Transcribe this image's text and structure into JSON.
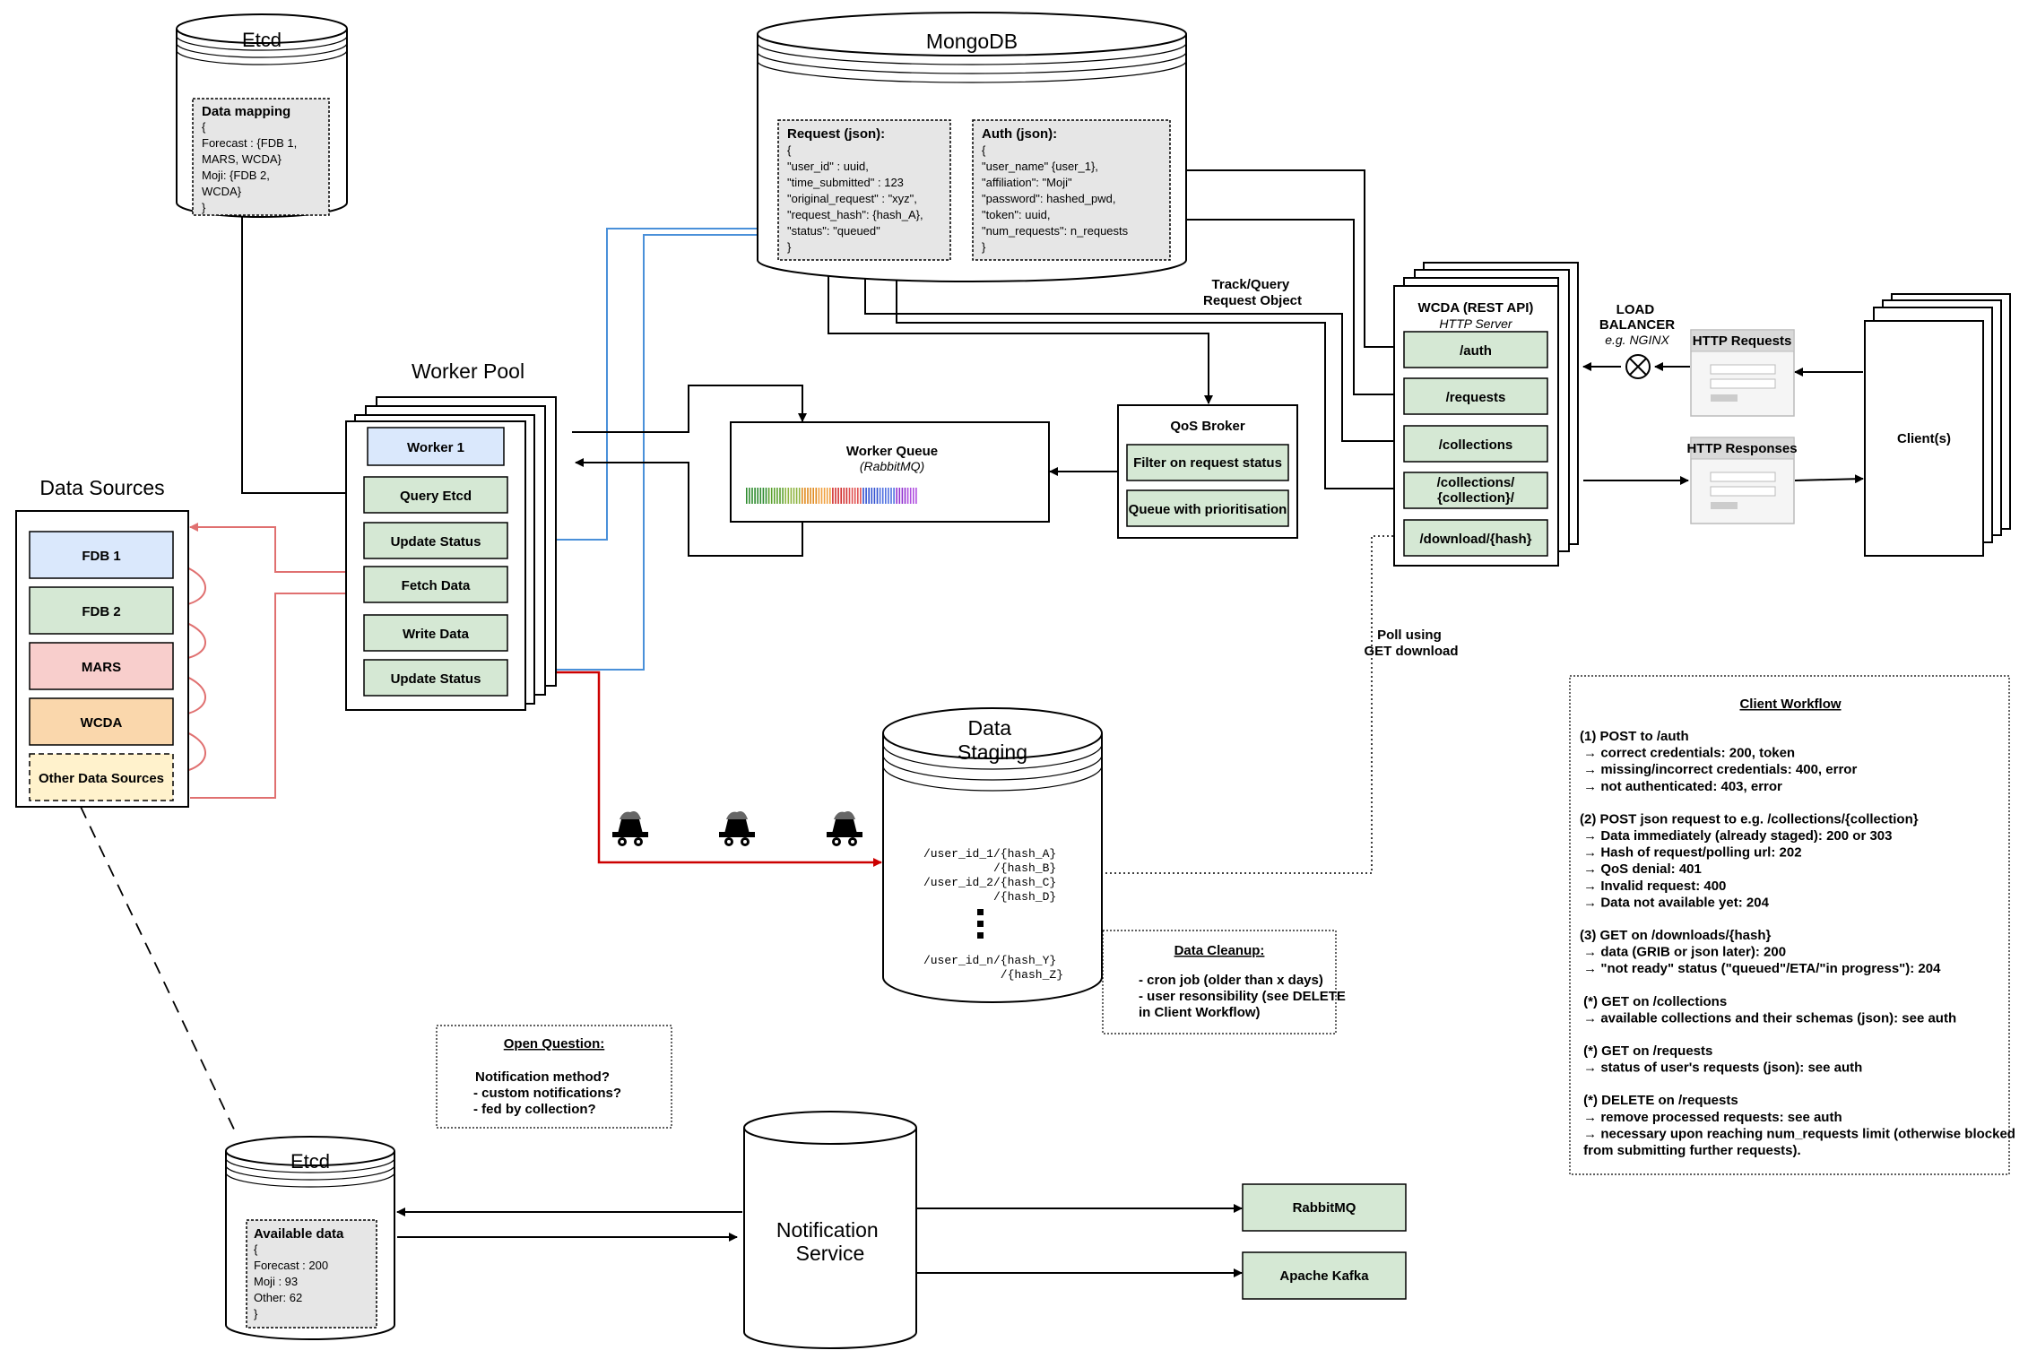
{
  "etcd_top": {
    "title": "Etcd",
    "box_title": "Data mapping",
    "lines": [
      "{",
      "  Forecast : {FDB 1,",
      "MARS, WCDA}",
      "  Moji: {FDB 2,",
      "WCDA}",
      "}"
    ]
  },
  "mongodb": {
    "title": "MongoDB",
    "request": {
      "title": "Request (json):",
      "lines": [
        "{",
        "  \"user_id\" : uuid,",
        "  \"time_submitted\" : 123",
        "  \"original_request\" : \"xyz\",",
        "  \"request_hash\": {hash_A},",
        "  \"status\": \"queued\"",
        "}"
      ]
    },
    "auth": {
      "title": "Auth (json):",
      "lines": [
        "{",
        "  \"user_name\" {user_1},",
        "  \"affiliation\": \"Moji\"",
        "  \"password\": hashed_pwd,",
        "  \"token\": uuid,",
        "  \"num_requests\": n_requests",
        "}"
      ]
    }
  },
  "track_label": [
    "Track/Query",
    "Request Object"
  ],
  "data_sources": {
    "title": "Data Sources",
    "items": [
      "FDB 1",
      "FDB 2",
      "MARS",
      "WCDA",
      "Other Data Sources"
    ]
  },
  "worker_pool": {
    "title": "Worker Pool",
    "worker": "Worker 1",
    "steps": [
      "Query Etcd",
      "Update Status",
      "Fetch Data",
      "Write Data",
      "Update Status"
    ]
  },
  "worker_queue": {
    "title": "Worker Queue",
    "subtitle": "(RabbitMQ)"
  },
  "qos_broker": {
    "title": "QoS Broker",
    "items": [
      "Filter on request status",
      "Queue with prioritisation"
    ]
  },
  "wcda": {
    "title": "WCDA (REST API)",
    "subtitle": "HTTP Server",
    "endpoints": [
      "/auth",
      "/requests",
      "/collections",
      "/collections/\n{collection}/",
      "/download/{hash}"
    ]
  },
  "load_balancer": {
    "lines": [
      "LOAD",
      "BALANCER"
    ],
    "example": "e.g. NGINX"
  },
  "http_requests": "HTTP Requests",
  "http_responses": "HTTP Responses",
  "clients": "Client(s)",
  "poll_label": [
    "Poll using",
    "GET download"
  ],
  "data_staging": {
    "title": [
      "Data",
      "Staging"
    ],
    "paths": [
      "/user_id_1/{hash_A}",
      "/{hash_B}",
      "/user_id_2/{hash_C}",
      "/{hash_D}",
      "/user_id_n/{hash_Y}",
      "/{hash_Z}"
    ]
  },
  "data_cleanup": {
    "title": "Data Cleanup:",
    "lines": [
      "- cron job (older than x days)",
      "- user resonsibility (see DELETE",
      "  in Client Workflow)"
    ]
  },
  "open_question": {
    "title": "Open Question:",
    "lines": [
      "Notification method?",
      "- custom notifications?",
      "- fed by collection?"
    ]
  },
  "etcd_bottom": {
    "title": "Etcd",
    "box_title": "Available data",
    "lines": [
      "{",
      "  Forecast : 200",
      "  Moji : 93",
      "  Other: 62",
      "}"
    ]
  },
  "notification": {
    "lines": [
      "Notification",
      "Service"
    ]
  },
  "rabbitmq": "RabbitMQ",
  "kafka": "Apache Kafka",
  "client_workflow": {
    "title": "Client Workflow",
    "lines": [
      "(1) POST to /auth",
      "  →  correct credentials: 200, token",
      "  →  missing/incorrect credentials: 400, error",
      "  →  not authenticated: 403, error",
      "",
      "(2) POST json request to e.g. /collections/{collection}",
      "  →  Data immediately (already staged): 200 or 303",
      "  →  Hash of request/polling url: 202",
      "  →  QoS denial: 401",
      "  →  Invalid request: 400",
      "  →  Data not available yet: 204",
      "",
      "(3)  GET on /downloads/{hash}",
      "        →  data (GRIB or json later):  200",
      "        →  \"not ready\" status (\"queued\"/ETA/\"in progress\"): 204",
      "",
      " (*) GET on /collections",
      "  → available collections and their schemas (json): see auth",
      "",
      " (*) GET on /requests",
      "  →  status of user's requests (json): see auth",
      "",
      " (*) DELETE on /requests",
      "  →  remove processed requests: see auth",
      "  →  necessary upon reaching num_requests limit (otherwise blocked",
      "        from submitting further requests)."
    ]
  },
  "colors": {
    "green": "#d5e8d4",
    "blue": "#dae8fc",
    "pink": "#f8cecc",
    "orange": "#fad7ac",
    "yellow": "#fff2cc",
    "gray": "#e6e6e6",
    "blue_line": "#4a90d9",
    "red_line": "#cc0000",
    "pink_line": "#e07070"
  }
}
